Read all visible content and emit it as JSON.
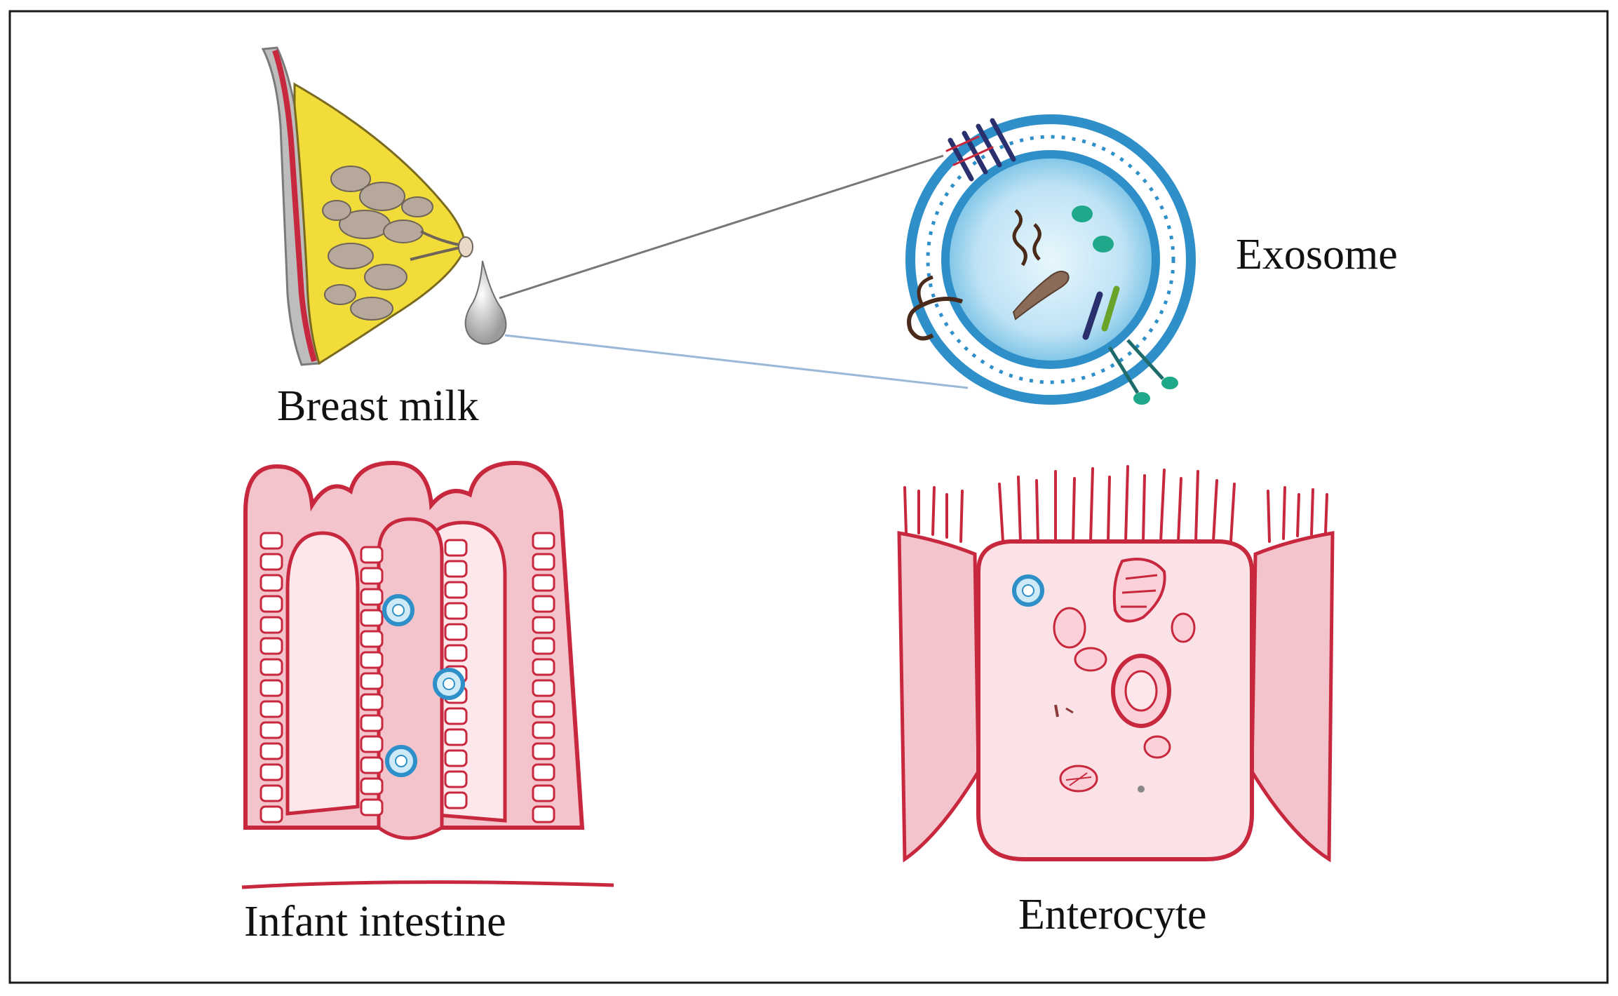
{
  "labels": {
    "breast_milk": "Breast milk",
    "exosome": "Exosome",
    "infant_intestine": "Infant intestine",
    "enterocyte": "Enterocyte"
  },
  "colors": {
    "frame": "#1a1a1a",
    "tissue_red": "#c8283e",
    "tissue_pink": "#f3c4cc",
    "fat_yellow": "#f2dc3a",
    "gland_brown": "#a8988a",
    "skin_gray": "#9b9b9b",
    "exosome_blue": "#2f8fc8",
    "exosome_light": "#bfe3f5",
    "cargo_teal": "#1fa88a",
    "cargo_navy": "#2a2f6e",
    "cargo_green": "#6aa32a",
    "connector_gray": "#777777",
    "connector_blue": "#9ab8d8"
  },
  "icons": [
    "breast-illustration",
    "milk-drop-icon",
    "exosome-illustration",
    "intestine-villi-illustration",
    "enterocyte-illustration"
  ]
}
